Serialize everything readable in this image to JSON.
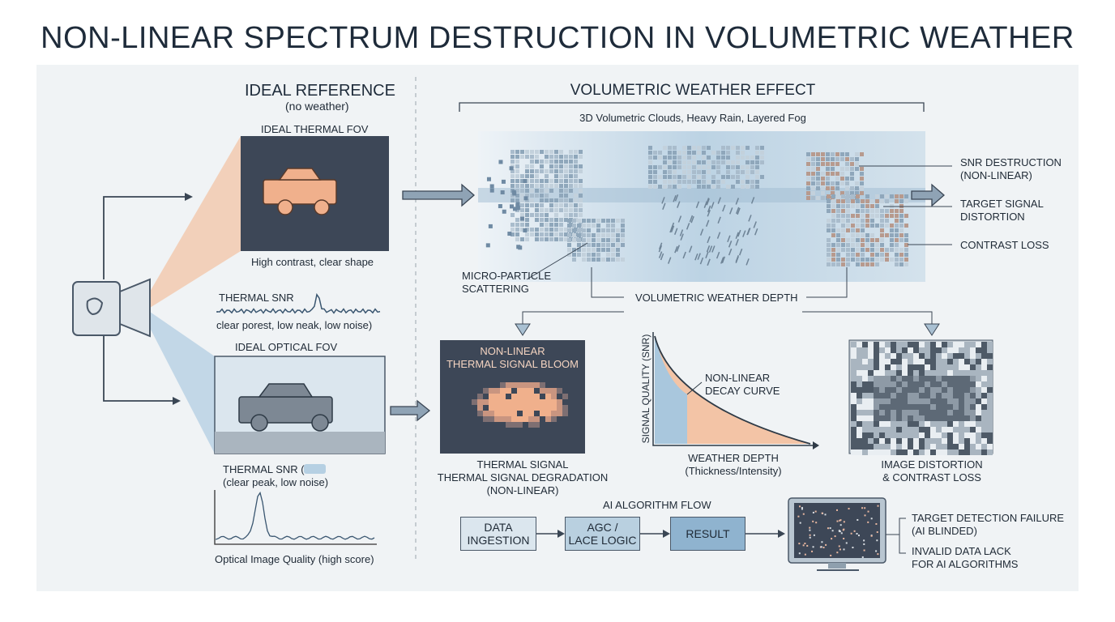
{
  "title": "NON-LINEAR SPECTRUM DESTRUCTION IN VOLUMETRIC WEATHER",
  "left": {
    "heading": "IDEAL REFERENCE",
    "subheading": "(no weather)",
    "thermal_fov": {
      "label": "IDEAL THERMAL FOV",
      "caption": "High contrast, clear shape"
    },
    "thermal_snr": {
      "label": "THERMAL SNR",
      "caption": "clear porest, low neak, low noise)"
    },
    "optical_fov": {
      "label": "IDEAL OPTICAL FOV"
    },
    "optical_snr": {
      "label": "THERMAL SNR (",
      "caption": "(clear peak, low noise)"
    },
    "quality_caption": "Optical Image Quality (high score)"
  },
  "right": {
    "heading": "VOLUMETRIC WEATHER EFFECT",
    "subheading": "3D Volumetric Clouds, Heavy Rain, Layered Fog",
    "callouts": [
      "SNR DESTRUCTION\n(NON-LINEAR)",
      "TARGET SIGNAL\nDISTORTION",
      "CONTRAST LOSS"
    ],
    "micro": "MICRO-PARTICLE\nSCATTERING",
    "depth": "VOLUMETRIC WEATHER DEPTH",
    "bloom": {
      "title": "NON-LINEAR\nTHERMAL SIGNAL BLOOM",
      "caption": "THERMAL SIGNAL\nTHERMAL SIGNAL DEGRADATION\n(NON-LINEAR)"
    },
    "decay": {
      "ylabel": "SIGNAL QUALITY (SNR)",
      "curve_label": "NON-LINEAR\nDECAY CURVE",
      "xlabel": "WEATHER DEPTH\n(Thickness/Intensity)"
    },
    "distortion_caption": "IMAGE DISTORTION\n& CONTRAST LOSS",
    "flow": {
      "title": "AI ALGORITHM FLOW",
      "steps": [
        "DATA\nINGESTION",
        "AGC /\nLACE LOGIC",
        "RESULT"
      ]
    },
    "outcomes": [
      "TARGET DETECTION FAILURE\n(AI BLINDED)",
      "INVALID DATA LACK\nFOR AI ALGORITHMS"
    ]
  },
  "colors": {
    "dark": "#3d4757",
    "orange": "#f0b08c",
    "blue": "#a9c7dd",
    "step1": "#dbe6ee",
    "step2": "#b9d0e0",
    "step3": "#8fb3cf"
  }
}
